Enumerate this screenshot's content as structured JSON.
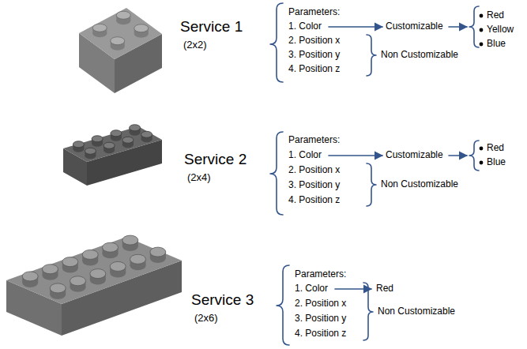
{
  "diagram": {
    "labels": [
      "Service 1",
      "(2x2)",
      "Parameters:",
      "1. Color",
      "2. Position x",
      "3. Position y",
      "4. Position z",
      "Customizable",
      "Red",
      "Yellow",
      "Blue",
      "Non Customizable",
      "Service 2",
      "(2x4)",
      "Parameters:",
      "1. Color",
      "2. Position x",
      "3. Position y",
      "4. Position z",
      "Customizable",
      "Red",
      "Blue",
      "Non Customizable",
      "Service 3",
      "(2x6)",
      "Parameters:",
      "1. Color",
      "2. Position x",
      "3. Position y",
      "4. Position z",
      "Red",
      "Non Customizable"
    ]
  }
}
